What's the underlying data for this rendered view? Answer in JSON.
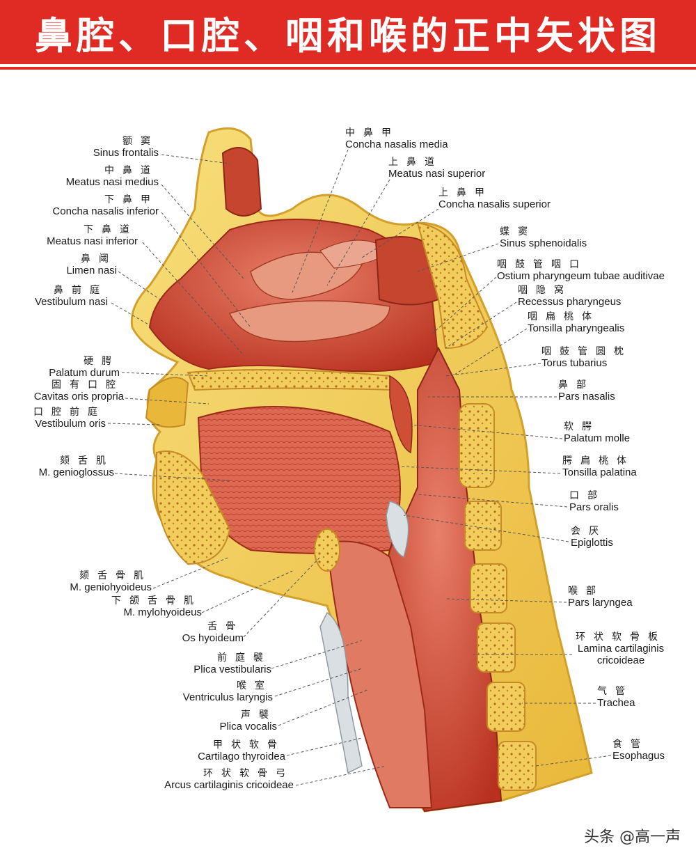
{
  "title": "鼻腔、口腔、咽和喉的正中矢状图",
  "watermark": "头条 @高一声",
  "colors": {
    "banner": "#e02a24",
    "flesh": "#d9533d",
    "bone": "#f2c94c",
    "cartilage": "#c9d3d9"
  },
  "labels": {
    "sinus_frontalis": {
      "cn": "额窦",
      "la": "Sinus frontalis"
    },
    "meatus_nasi_medius": {
      "cn": "中鼻道",
      "la": "Meatus nasi medius"
    },
    "concha_nasalis_inferior": {
      "cn": "下鼻甲",
      "la": "Concha nasalis inferior"
    },
    "meatus_nasi_inferior": {
      "cn": "下鼻道",
      "la": "Meatus nasi inferior"
    },
    "limen_nasi": {
      "cn": "鼻阈",
      "la": "Limen nasi"
    },
    "vestibulum_nasi": {
      "cn": "鼻前庭",
      "la": "Vestibulum nasi"
    },
    "palatum_durum": {
      "cn": "硬腭",
      "la": "Palatum durum"
    },
    "cavitas_oris_propria": {
      "cn": "固有口腔",
      "la": "Cavitas oris propria"
    },
    "vestibulum_oris": {
      "cn": "口腔前庭",
      "la": "Vestibulum oris"
    },
    "m_genioglossus": {
      "cn": "颏舌肌",
      "la": "M. genioglossus"
    },
    "m_geniohyoideus": {
      "cn": "颏舌骨肌",
      "la": "M. geniohyoideus"
    },
    "m_mylohyoideus": {
      "cn": "下颌舌骨肌",
      "la": "M. mylohyoideus"
    },
    "os_hyoideum": {
      "cn": "舌骨",
      "la": "Os hyoideum"
    },
    "plica_vestibularis": {
      "cn": "前庭襞",
      "la": "Plica vestibularis"
    },
    "ventriculus_laryngis": {
      "cn": "喉室",
      "la": "Ventriculus laryngis"
    },
    "plica_vocalis": {
      "cn": "声襞",
      "la": "Plica vocalis"
    },
    "cartilago_thyroidea": {
      "cn": "甲状软骨",
      "la": "Cartilago thyroidea"
    },
    "arcus_cartilaginis": {
      "cn": "环状软骨弓",
      "la": "Arcus cartilaginis cricoideae"
    },
    "concha_nasalis_media": {
      "cn": "中鼻甲",
      "la": "Concha nasalis media"
    },
    "meatus_nasi_superior": {
      "cn": "上鼻道",
      "la": "Meatus nasi superior"
    },
    "concha_nasalis_superior": {
      "cn": "上鼻甲",
      "la": "Concha nasalis superior"
    },
    "sinus_sphenoidalis": {
      "cn": "蝶窦",
      "la": "Sinus sphenoidalis"
    },
    "ostium_pharyngeum": {
      "cn": "咽鼓管咽口",
      "la": "Ostium pharyngeum tubae auditivae"
    },
    "recessus_pharyngeus": {
      "cn": "咽隐窝",
      "la": "Recessus pharyngeus"
    },
    "tonsilla_pharyngealis": {
      "cn": "咽扁桃体",
      "la": "Tonsilla pharyngealis"
    },
    "torus_tubarius": {
      "cn": "咽鼓管圆枕",
      "la": "Torus tubarius"
    },
    "pars_nasalis": {
      "cn": "鼻部",
      "la": "Pars nasalis"
    },
    "palatum_molle": {
      "cn": "软腭",
      "la": "Palatum molle"
    },
    "tonsilla_palatina": {
      "cn": "腭扁桃体",
      "la": "Tonsilla palatina"
    },
    "pars_oralis": {
      "cn": "口部",
      "la": "Pars oralis"
    },
    "epiglottis": {
      "cn": "会厌",
      "la": "Epiglottis"
    },
    "pars_laryngea": {
      "cn": "喉部",
      "la": "Pars laryngea"
    },
    "lamina_cartilaginis": {
      "cn": "环状软骨板",
      "la": "Lamina cartilaginis",
      "la2": "cricoideae"
    },
    "trachea": {
      "cn": "气管",
      "la": "Trachea"
    },
    "esophagus": {
      "cn": "食管",
      "la": "Esophagus"
    }
  }
}
